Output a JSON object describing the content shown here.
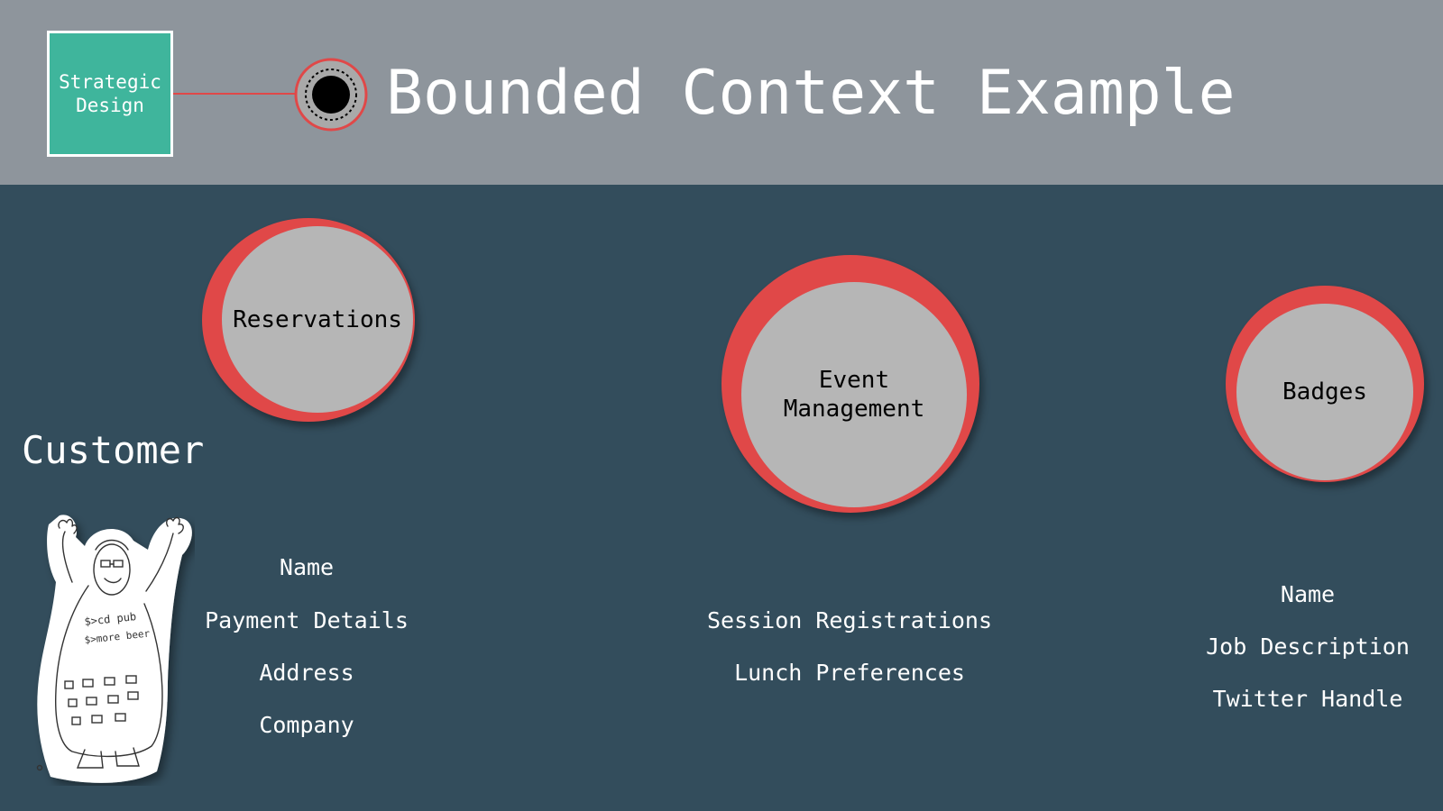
{
  "header": {
    "badge_label": "Strategic\nDesign",
    "title": "Bounded Context Example"
  },
  "contexts": [
    {
      "label": "Reservations",
      "attributes": [
        "Name",
        "Payment Details",
        "Address",
        "Company"
      ]
    },
    {
      "label": "Event\nManagement",
      "attributes": [
        "Session Registrations",
        "Lunch Preferences"
      ]
    },
    {
      "label": "Badges",
      "attributes": [
        "Name",
        "Job Description",
        "Twitter Handle"
      ]
    }
  ],
  "actor": {
    "label": "Customer",
    "drawing_text": [
      "$>cd pub",
      "$>more beer"
    ]
  },
  "colors": {
    "header_bg": "#8e959c",
    "body_bg": "#334d5c",
    "badge_bg": "#3fb59c",
    "accent_red": "#e04848",
    "circle_fill": "#b6b6b6"
  },
  "icons": [
    "target-icon",
    "customer-drawing"
  ]
}
